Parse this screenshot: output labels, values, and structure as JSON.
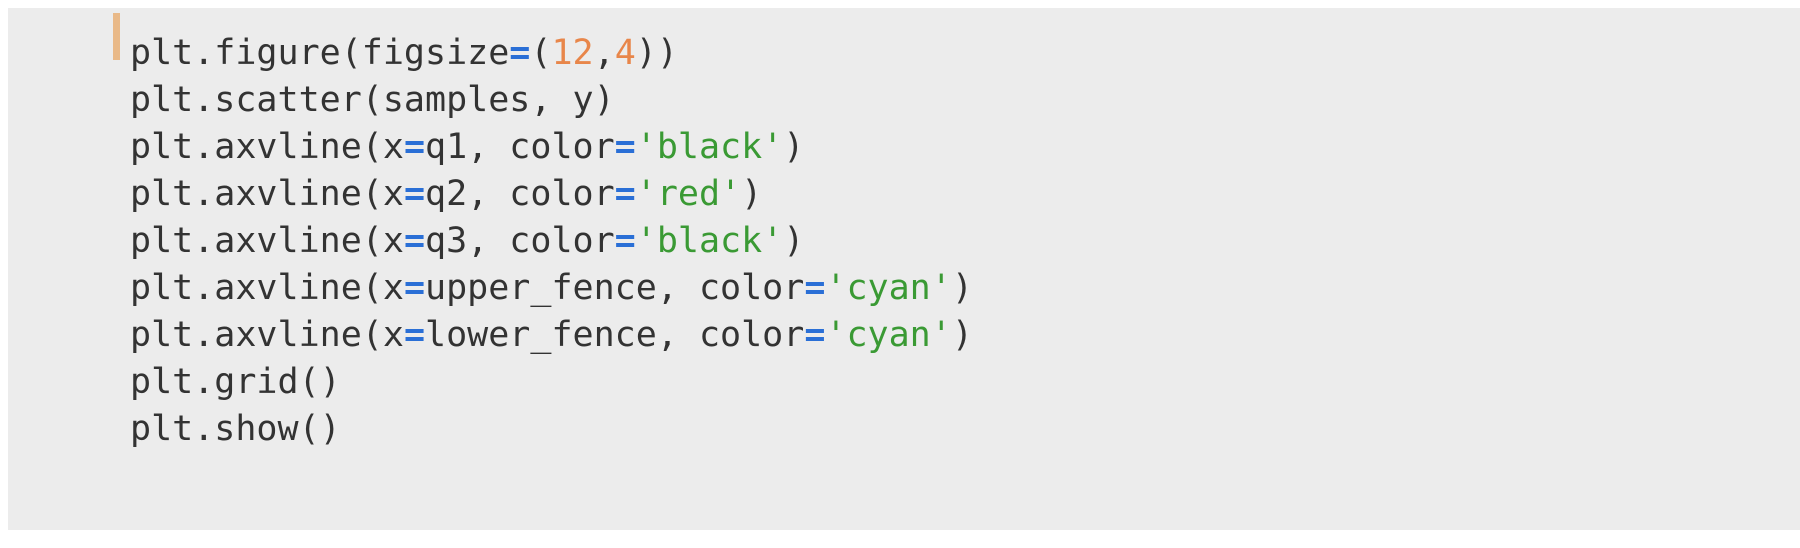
{
  "theme": {
    "page_background": "#ffffff",
    "code_background": "#ececec",
    "default_text": "#333333",
    "operator_color": "#2a6fd6",
    "number_color": "#e8864a",
    "string_color": "#3a9a34",
    "cursor_bar_color": "#e9b988"
  },
  "code": {
    "language": "python",
    "lines": [
      {
        "index": 0,
        "text": "plt.figure(figsize=(12,4))",
        "tokens": [
          {
            "t": "plt.figure(figsize",
            "k": "plain"
          },
          {
            "t": "=",
            "k": "op"
          },
          {
            "t": "(",
            "k": "punct"
          },
          {
            "t": "12",
            "k": "num"
          },
          {
            "t": ",",
            "k": "punct"
          },
          {
            "t": "4",
            "k": "num"
          },
          {
            "t": "))",
            "k": "punct"
          }
        ]
      },
      {
        "index": 1,
        "text": "plt.scatter(samples, y)",
        "tokens": [
          {
            "t": "plt.scatter(samples, y)",
            "k": "plain"
          }
        ]
      },
      {
        "index": 2,
        "text": "plt.axvline(x=q1, color='black')",
        "tokens": [
          {
            "t": "plt.axvline(x",
            "k": "plain"
          },
          {
            "t": "=",
            "k": "op"
          },
          {
            "t": "q1, color",
            "k": "plain"
          },
          {
            "t": "=",
            "k": "op"
          },
          {
            "t": "'black'",
            "k": "str"
          },
          {
            "t": ")",
            "k": "punct"
          }
        ]
      },
      {
        "index": 3,
        "text": "plt.axvline(x=q2, color='red')",
        "tokens": [
          {
            "t": "plt.axvline(x",
            "k": "plain"
          },
          {
            "t": "=",
            "k": "op"
          },
          {
            "t": "q2, color",
            "k": "plain"
          },
          {
            "t": "=",
            "k": "op"
          },
          {
            "t": "'red'",
            "k": "str"
          },
          {
            "t": ")",
            "k": "punct"
          }
        ]
      },
      {
        "index": 4,
        "text": "plt.axvline(x=q3, color='black')",
        "tokens": [
          {
            "t": "plt.axvline(x",
            "k": "plain"
          },
          {
            "t": "=",
            "k": "op"
          },
          {
            "t": "q3, color",
            "k": "plain"
          },
          {
            "t": "=",
            "k": "op"
          },
          {
            "t": "'black'",
            "k": "str"
          },
          {
            "t": ")",
            "k": "punct"
          }
        ]
      },
      {
        "index": 5,
        "text": "plt.axvline(x=upper_fence, color='cyan')",
        "tokens": [
          {
            "t": "plt.axvline(x",
            "k": "plain"
          },
          {
            "t": "=",
            "k": "op"
          },
          {
            "t": "upper_fence, color",
            "k": "plain"
          },
          {
            "t": "=",
            "k": "op"
          },
          {
            "t": "'cyan'",
            "k": "str"
          },
          {
            "t": ")",
            "k": "punct"
          }
        ]
      },
      {
        "index": 6,
        "text": "plt.axvline(x=lower_fence, color='cyan')",
        "tokens": [
          {
            "t": "plt.axvline(x",
            "k": "plain"
          },
          {
            "t": "=",
            "k": "op"
          },
          {
            "t": "lower_fence, color",
            "k": "plain"
          },
          {
            "t": "=",
            "k": "op"
          },
          {
            "t": "'cyan'",
            "k": "str"
          },
          {
            "t": ")",
            "k": "punct"
          }
        ]
      },
      {
        "index": 7,
        "text": "plt.grid()",
        "tokens": [
          {
            "t": "plt.grid()",
            "k": "plain"
          }
        ]
      },
      {
        "index": 8,
        "text": "plt.show()",
        "tokens": [
          {
            "t": "plt.show()",
            "k": "plain"
          }
        ]
      }
    ]
  }
}
